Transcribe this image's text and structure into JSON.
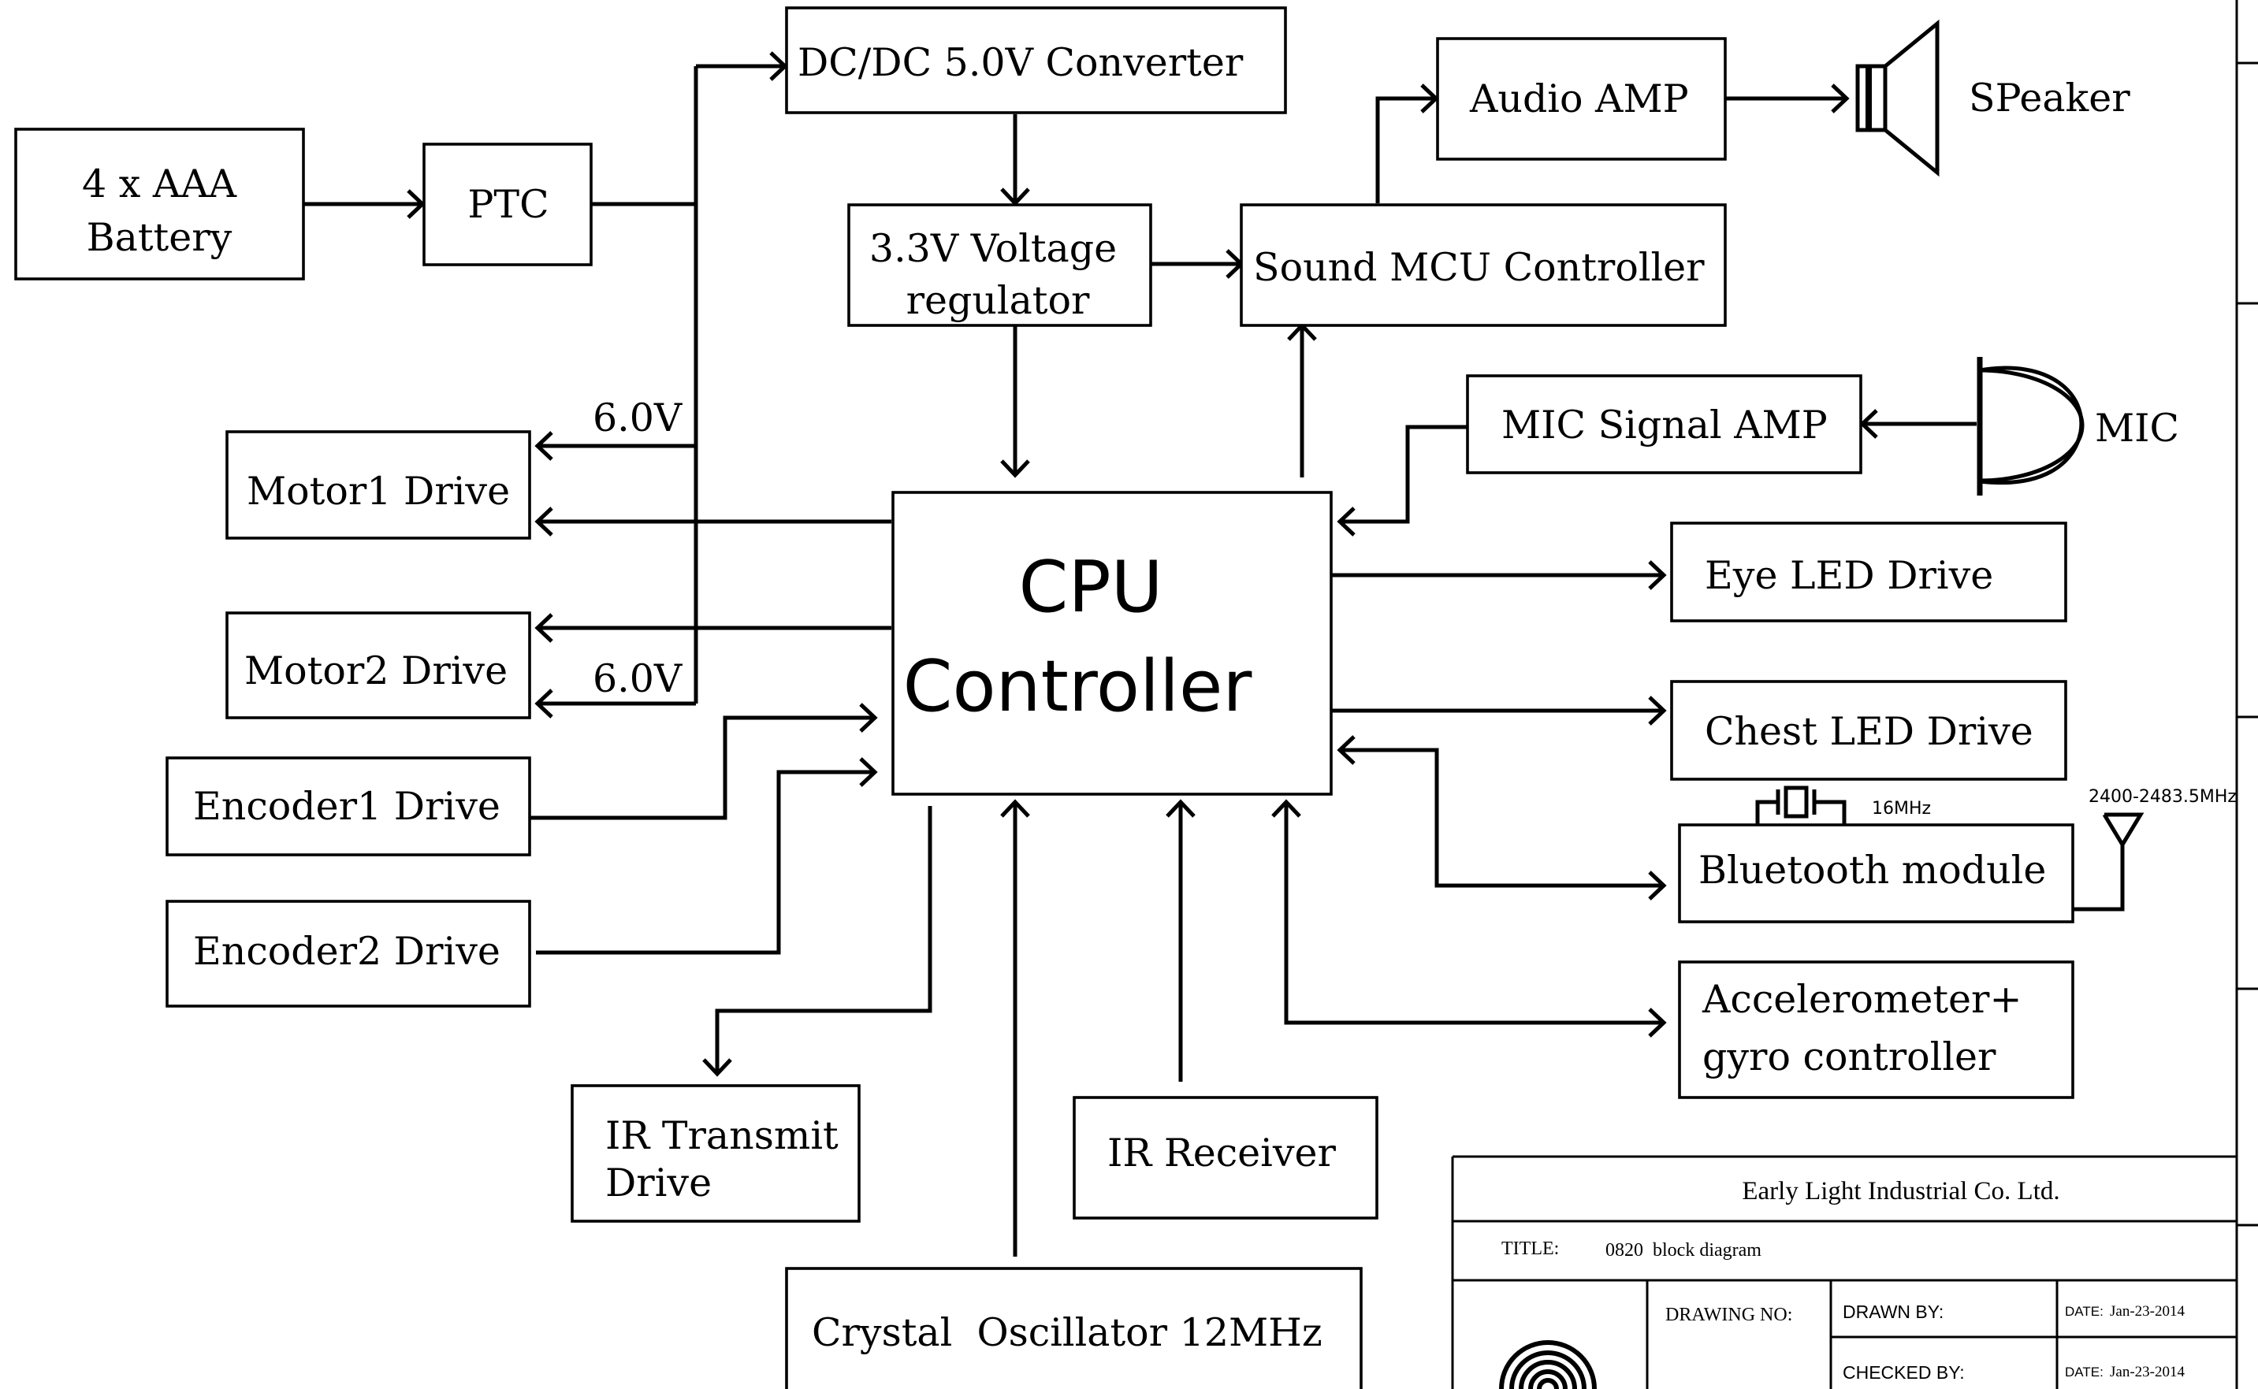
{
  "blocks": {
    "battery": [
      "4 x AAA",
      "Battery"
    ],
    "ptc": "PTC",
    "dcdc": "DC/DC 5.0V Converter",
    "regulator": [
      "3.3V Voltage",
      "regulator"
    ],
    "sound_mcu": "Sound MCU Controller",
    "audio_amp": "Audio AMP",
    "speaker": "SPeaker",
    "mic_amp": "MIC Signal AMP",
    "mic": "MIC",
    "motor1": "Motor1 Drive",
    "motor2": "Motor2 Drive",
    "encoder1": "Encoder1 Drive",
    "encoder2": "Encoder2 Drive",
    "cpu": [
      "CPU",
      "Controller"
    ],
    "eye_led": "Eye LED Drive",
    "chest_led": "Chest LED Drive",
    "bluetooth": "Bluetooth module",
    "accel": [
      "Accelerometer+",
      "gyro controller"
    ],
    "ir_tx": [
      "IR Transmit",
      "Drive"
    ],
    "ir_rx": "IR Receiver",
    "crystal": "Crystal  Oscillator 12MHz"
  },
  "voltage_labels": {
    "motor1": "6.0V",
    "motor2": "6.0V"
  },
  "bluetooth_details": {
    "crystal_freq": "16MHz",
    "antenna_band": "2400-2483.5MHz"
  },
  "title_block": {
    "company": "Early Light Industrial Co. Ltd.",
    "title_label": "TITLE:",
    "title_value": "0820  block diagram",
    "drawing_no_label": "DRAWING NO:",
    "drawn_by_label": "DRAWN BY:",
    "checked_by_label": "CHECKED BY:",
    "date_label_1": "DATE:",
    "date_value_1": "Jan-23-2014",
    "date_label_2": "DATE:",
    "date_value_2": "Jan-23-2014"
  }
}
